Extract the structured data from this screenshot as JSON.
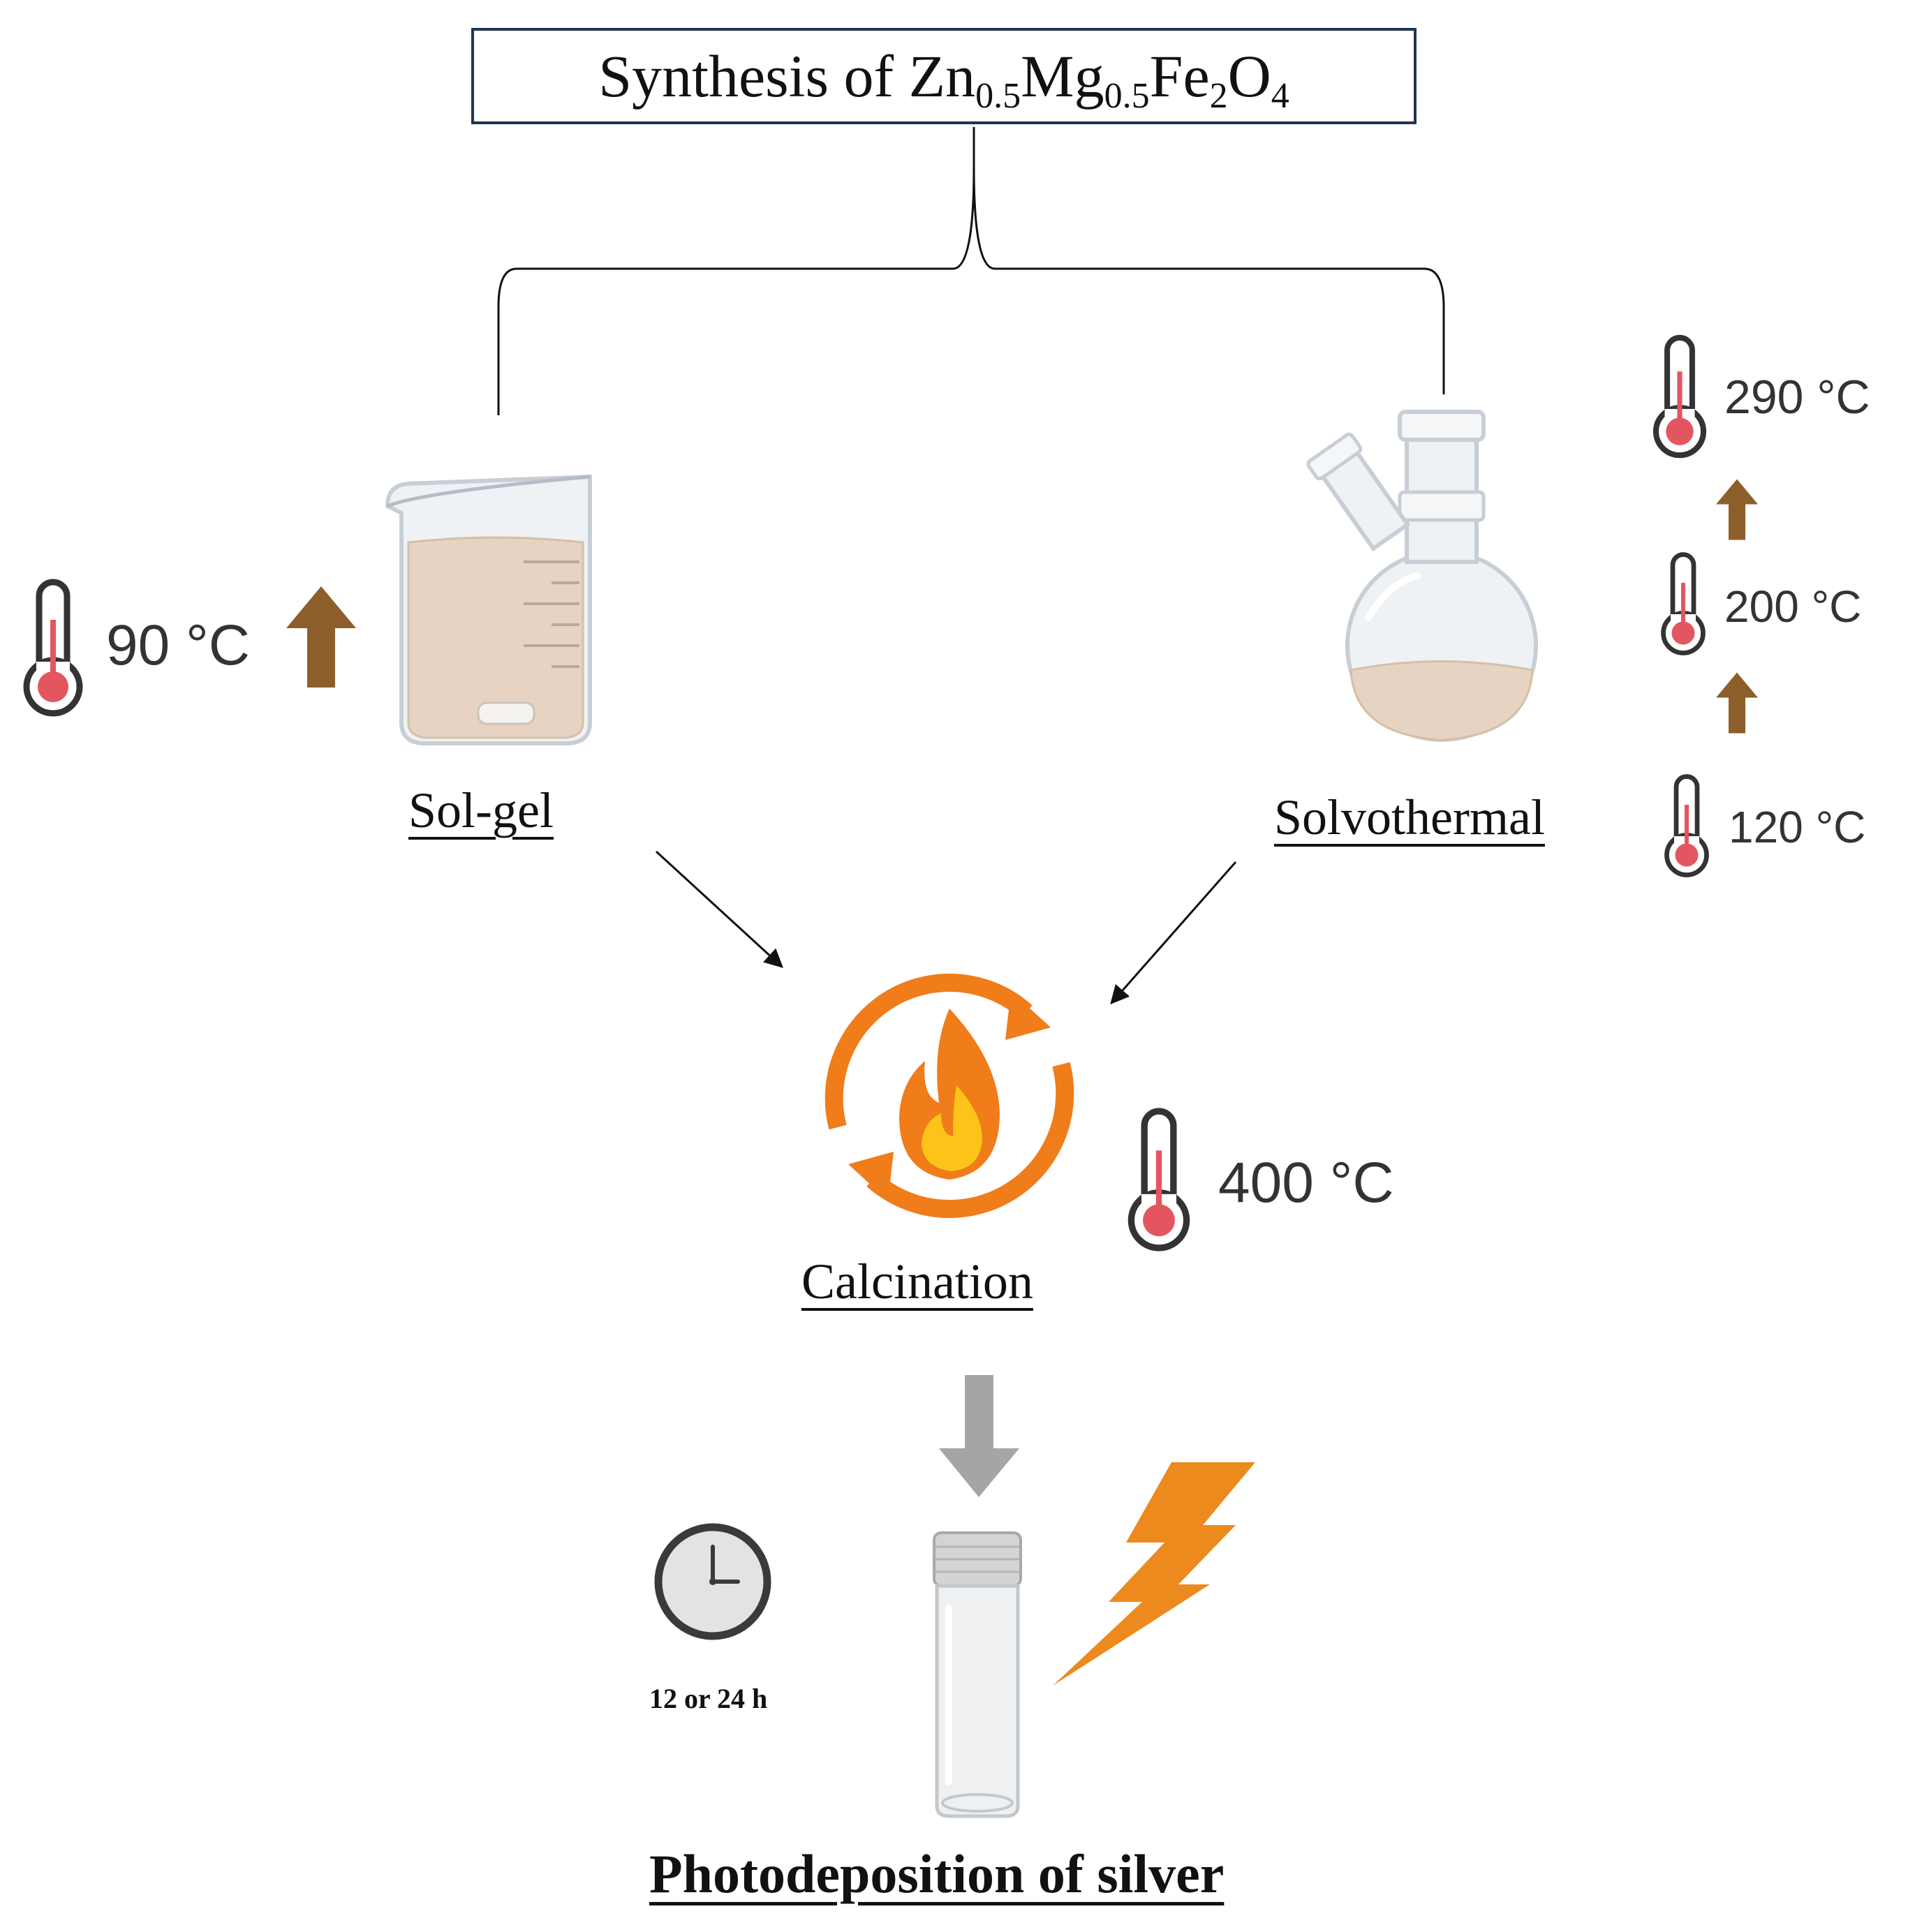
{
  "title": {
    "prefix": "Synthesis of ",
    "formula": [
      {
        "t": "Zn"
      },
      {
        "s": "0.5"
      },
      {
        "t": "Mg"
      },
      {
        "s": "0.5"
      },
      {
        "t": "Fe"
      },
      {
        "s": "2"
      },
      {
        "t": "O"
      },
      {
        "s": "4"
      }
    ]
  },
  "methods": {
    "left": {
      "label": "Sol-gel",
      "temperature": "90 °C"
    },
    "right": {
      "label": "Solvothermal",
      "temperatures": [
        "290 °C",
        "200 °C",
        "120 °C"
      ]
    }
  },
  "calcination": {
    "label": "Calcination",
    "temperature": "400 °C"
  },
  "photodeposition": {
    "label": "Photodeposition of silver",
    "time": "12 or 24 h"
  },
  "colors": {
    "box_border": "#1f3550",
    "arrow_brown": "#8c5e2a",
    "thermo_red": "#e4565f",
    "thermo_outline": "#333333",
    "calcination_orange": "#f07c1a",
    "flame_yellow": "#fcc419",
    "bolt_orange": "#ec8a1d",
    "gray_arrow": "#a7a5a3",
    "liquid": "#e6d3c1"
  }
}
